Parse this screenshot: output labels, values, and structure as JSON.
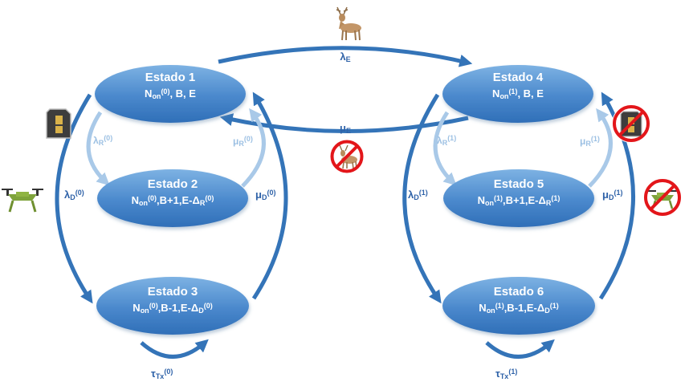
{
  "states": [
    {
      "id": "s1",
      "title": "Estado 1",
      "line": [
        {
          "t": "N"
        },
        {
          "t": "on",
          "sub": true
        },
        {
          "t": "(0)",
          "sup": true
        },
        {
          "t": ", B, E"
        }
      ]
    },
    {
      "id": "s2",
      "title": "Estado 2",
      "line": [
        {
          "t": "N"
        },
        {
          "t": "on",
          "sub": true
        },
        {
          "t": "(0)",
          "sup": true
        },
        {
          "t": ",B+1,E-Δ"
        },
        {
          "t": "R",
          "sub": true
        },
        {
          "t": "(0)",
          "sup": true
        }
      ]
    },
    {
      "id": "s3",
      "title": "Estado 3",
      "line": [
        {
          "t": "N"
        },
        {
          "t": "on",
          "sub": true
        },
        {
          "t": "(0)",
          "sup": true
        },
        {
          "t": ",B-1,E-Δ"
        },
        {
          "t": "D",
          "sub": true
        },
        {
          "t": "(0)",
          "sup": true
        }
      ]
    },
    {
      "id": "s4",
      "title": "Estado 4",
      "line": [
        {
          "t": "N"
        },
        {
          "t": "on",
          "sub": true
        },
        {
          "t": "(1)",
          "sup": true
        },
        {
          "t": ", B, E"
        }
      ]
    },
    {
      "id": "s5",
      "title": "Estado 5",
      "line": [
        {
          "t": "N"
        },
        {
          "t": "on",
          "sub": true
        },
        {
          "t": "(1)",
          "sup": true
        },
        {
          "t": ",B+1,E-Δ"
        },
        {
          "t": "R",
          "sub": true
        },
        {
          "t": "(1)",
          "sup": true
        }
      ]
    },
    {
      "id": "s6",
      "title": "Estado 6",
      "line": [
        {
          "t": "N"
        },
        {
          "t": "on",
          "sub": true
        },
        {
          "t": "(1)",
          "sup": true
        },
        {
          "t": ",B-1,E-Δ"
        },
        {
          "t": "D",
          "sub": true
        },
        {
          "t": "(1)",
          "sup": true
        }
      ]
    }
  ],
  "labels": {
    "lambda_E": [
      {
        "t": "λ"
      },
      {
        "t": "E",
        "sub": true
      }
    ],
    "mu_E": [
      {
        "t": "μ"
      },
      {
        "t": "E",
        "sub": true
      }
    ],
    "lambda_R0": [
      {
        "t": "λ"
      },
      {
        "t": "R",
        "sub": true
      },
      {
        "t": "(0)",
        "sup": true
      }
    ],
    "mu_R0": [
      {
        "t": "μ"
      },
      {
        "t": "R",
        "sub": true
      },
      {
        "t": "(0)",
        "sup": true
      }
    ],
    "lambda_D0": [
      {
        "t": "λ"
      },
      {
        "t": "D",
        "sub": true
      },
      {
        "t": "(0)",
        "sup": true
      }
    ],
    "mu_D0": [
      {
        "t": "μ"
      },
      {
        "t": "D",
        "sub": true
      },
      {
        "t": "(0)",
        "sup": true
      }
    ],
    "tau_Tx0": [
      {
        "t": "τ"
      },
      {
        "t": "Tx",
        "sub": true
      },
      {
        "t": "(0)",
        "sup": true
      }
    ],
    "lambda_R1": [
      {
        "t": "λ"
      },
      {
        "t": "R",
        "sub": true
      },
      {
        "t": "(1)",
        "sup": true
      }
    ],
    "mu_R1": [
      {
        "t": "μ"
      },
      {
        "t": "R",
        "sub": true
      },
      {
        "t": "(1)",
        "sup": true
      }
    ],
    "lambda_D1": [
      {
        "t": "λ"
      },
      {
        "t": "D",
        "sub": true
      },
      {
        "t": "(1)",
        "sup": true
      }
    ],
    "mu_D1": [
      {
        "t": "μ"
      },
      {
        "t": "D",
        "sub": true
      },
      {
        "t": "(1)",
        "sup": true
      }
    ],
    "tau_Tx1": [
      {
        "t": "τ"
      },
      {
        "t": "Tx",
        "sub": true
      },
      {
        "t": "(1)",
        "sup": true
      }
    ]
  },
  "icons": [
    "deer-icon",
    "deer-prohibited-icon",
    "sd-card-icon",
    "sd-card-prohibited-icon",
    "drone-icon",
    "drone-prohibited-icon"
  ],
  "colors": {
    "state_fill_top": "#7db2e3",
    "state_fill_bottom": "#3a7bc4",
    "arrow_dark": "#3474b8",
    "arrow_light": "#a9c9e8",
    "label_dark": "#2e62a8",
    "label_light": "#9cc0e3",
    "prohibited": "#e3161a"
  }
}
